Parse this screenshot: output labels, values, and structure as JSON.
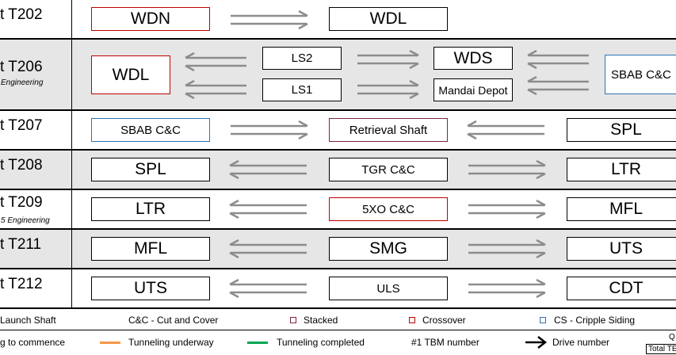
{
  "colors": {
    "crossover": "#c00000",
    "stacked": "#7b2545",
    "cripple_siding": "#2e74b5",
    "tunneling_underway": "#f79646",
    "tunneling_completed": "#00a651",
    "row_shade": "#e6e6e6"
  },
  "rows": [
    {
      "contract": "t T202",
      "boxes": [
        "WDN",
        "WDL"
      ]
    },
    {
      "contract": "t T206",
      "subtitle": "Engineering",
      "boxes": [
        "WDL",
        "LS2",
        "LS1",
        "WDS",
        "Mandai Depot",
        "SBAB C&C"
      ]
    },
    {
      "contract": "t T207",
      "boxes": [
        "SBAB C&C",
        "Retrieval Shaft",
        "SPL"
      ]
    },
    {
      "contract": "t T208",
      "boxes": [
        "SPL",
        "TGR C&C",
        "LTR"
      ]
    },
    {
      "contract": "t T209",
      "subtitle": "5 Engineering",
      "boxes": [
        "LTR",
        "5XO C&C",
        "MFL"
      ]
    },
    {
      "contract": "t T211",
      "boxes": [
        "MFL",
        "SMG",
        "UTS"
      ]
    },
    {
      "contract": "t T212",
      "boxes": [
        "UTS",
        "ULS",
        "CDT"
      ]
    }
  ],
  "legend": {
    "launch_shaft": "Launch Shaft",
    "cut_and_cover": "C&C - Cut and Cover",
    "stacked": "Stacked",
    "crossover": "Crossover",
    "cripple_siding": "CS - Cripple Siding",
    "yet_to_commence": "g to commence",
    "underway": "Tunneling underway",
    "completed": "Tunneling completed",
    "tbm_number": "#1  TBM number",
    "drive_number": "Drive number",
    "corner_q": "Q",
    "corner_total": "Total TE"
  }
}
